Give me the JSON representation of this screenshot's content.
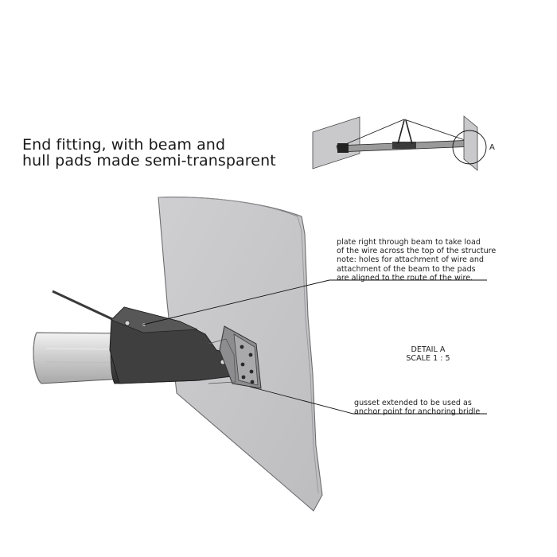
{
  "title": {
    "line1": "End fitting, with beam and",
    "line2": "hull pads made semi-transparent"
  },
  "detail_label": "A",
  "detail": {
    "name": "DETAIL A",
    "scale": "SCALE 1 : 5"
  },
  "callouts": {
    "plate": [
      "plate right through beam to take load",
      "of the wire across the top of the structure",
      "note: holes for attachment of wire and",
      "attachment of the beam to the pads",
      "are aligned to the route of the wire."
    ],
    "gusset": [
      "gusset extended to be used as",
      "anchor point for anchoring bridle"
    ]
  }
}
